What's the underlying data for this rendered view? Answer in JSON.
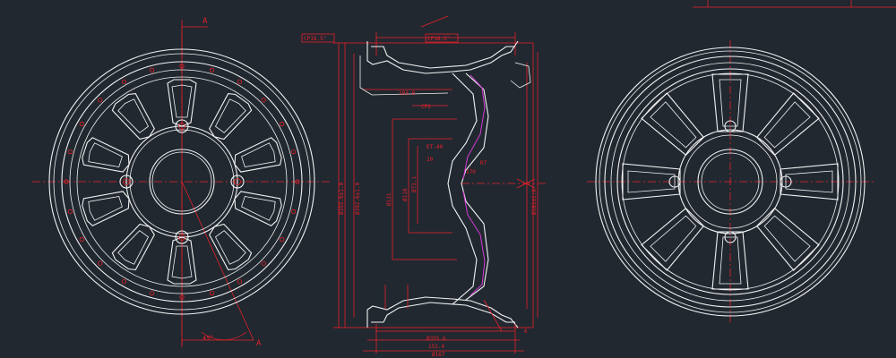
{
  "drawing": {
    "background": "#212830",
    "line_color": "#f2f2f2",
    "dimension_color": "#e8202a",
    "profile_color": "#d63ad6",
    "views": [
      "front-view",
      "section-view",
      "rear-view"
    ]
  },
  "front_view": {
    "section_mark_top": "A",
    "section_mark_bottom": "A",
    "angle_label": "45°"
  },
  "section_view": {
    "labels": {
      "top_left": "CP18.5°",
      "top_center": "CP18.5°",
      "upper_1": "183.8",
      "upper_2": "CP2",
      "mid_1": "ET-40",
      "mid_2": "20",
      "mid_3": "R7",
      "right_mid": "170",
      "vert_1": "Ø355.6±1.0",
      "vert_2": "Ø392.6±1.0",
      "vert_3": "Ø131",
      "vert_4": "Ø118",
      "vert_5": "Ø73.1",
      "vert_right": "Ø381±1.0",
      "bottom_1": "Ø355.6",
      "bottom_2": "152.4",
      "bottom_3": "Ø167",
      "bottom_right": "6"
    }
  }
}
